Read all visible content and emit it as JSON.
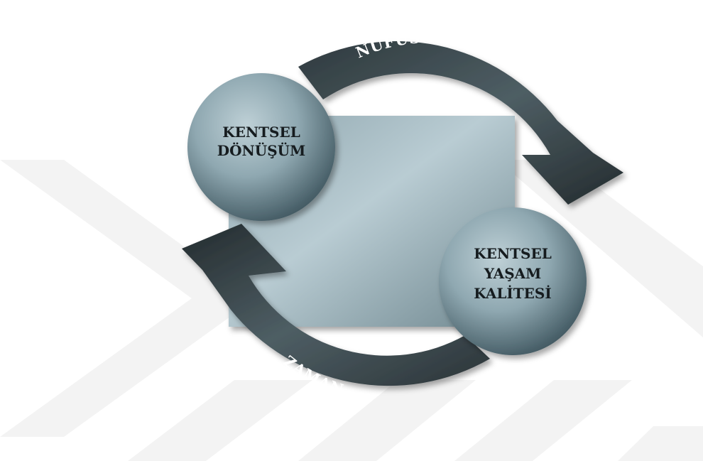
{
  "diagram": {
    "nodes": {
      "top_left": {
        "lines": [
          "KENTSEL",
          "DÖNÜŞÜM"
        ]
      },
      "bottom_right": {
        "lines": [
          "KENTSEL",
          "YAŞAM",
          "KALİTESİ"
        ]
      }
    },
    "arrows": {
      "top": {
        "label": "NÜFUS HAREKETLİLİĞİ"
      },
      "bottom": {
        "label": "ZAMAN"
      }
    },
    "colors": {
      "arrow_dark": "#273034",
      "arrow_light": "#5c6d73",
      "circle_light": "#a9c0c8",
      "circle_dark": "#3f565f",
      "panel_light": "#b9ccd3",
      "panel_dark": "#6f878f",
      "watermark": "#f3f3f3"
    }
  }
}
